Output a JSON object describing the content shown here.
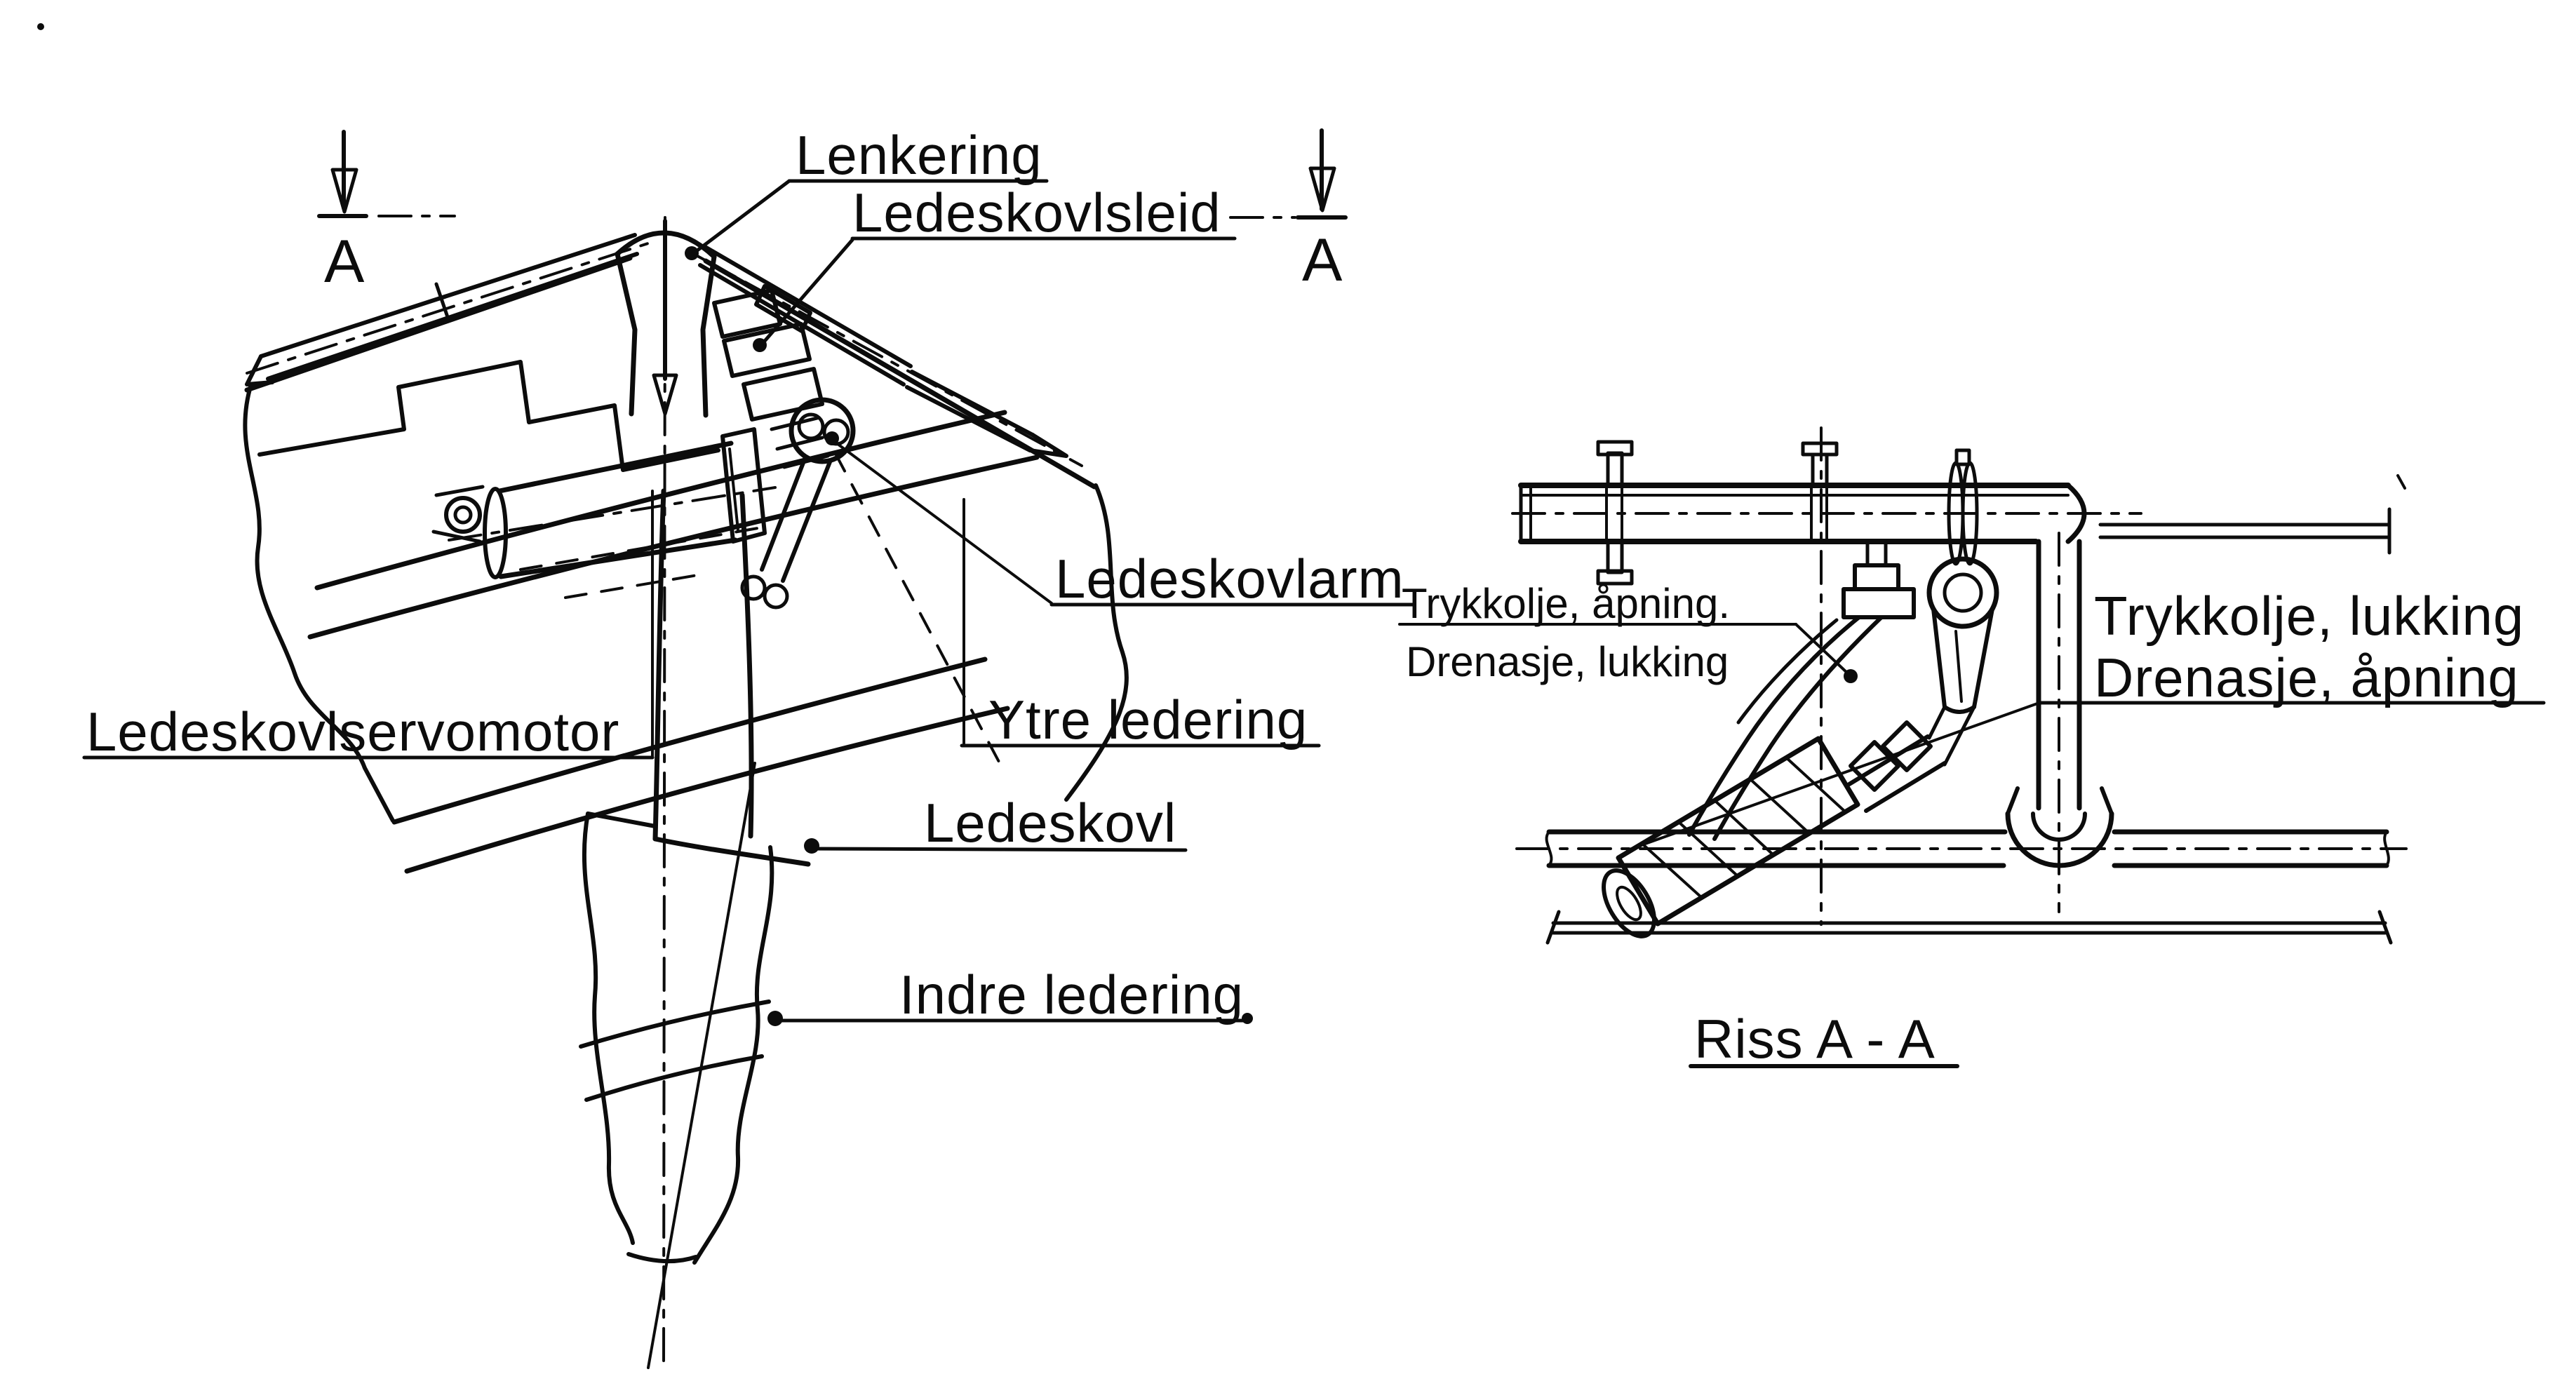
{
  "colors": {
    "background": "#ffffff",
    "ink": "#0c0c0c"
  },
  "section_markers": {
    "left_label": "A",
    "right_label": "A"
  },
  "left_view": {
    "labels": {
      "lenkering": "Lenkering",
      "ledeskovlsleid": "Ledeskovlsleid",
      "ledeskovlarm": "Ledeskovlarm",
      "ledeskovlservomotor": "Ledeskovlservomotor",
      "ytre_ledering": "Ytre ledering",
      "ledeskovl": "Ledeskovl",
      "indre_ledering": "Indre ledering"
    }
  },
  "right_view": {
    "labels": {
      "trykkolje_apning": "Trykkolje, åpning.",
      "drenasje_lukking": "Drenasje, lukking",
      "trykkolje_lukking": "Trykkolje, lukking",
      "drenasje_apning": "Drenasje, åpning"
    },
    "caption": "Riss A - A"
  }
}
